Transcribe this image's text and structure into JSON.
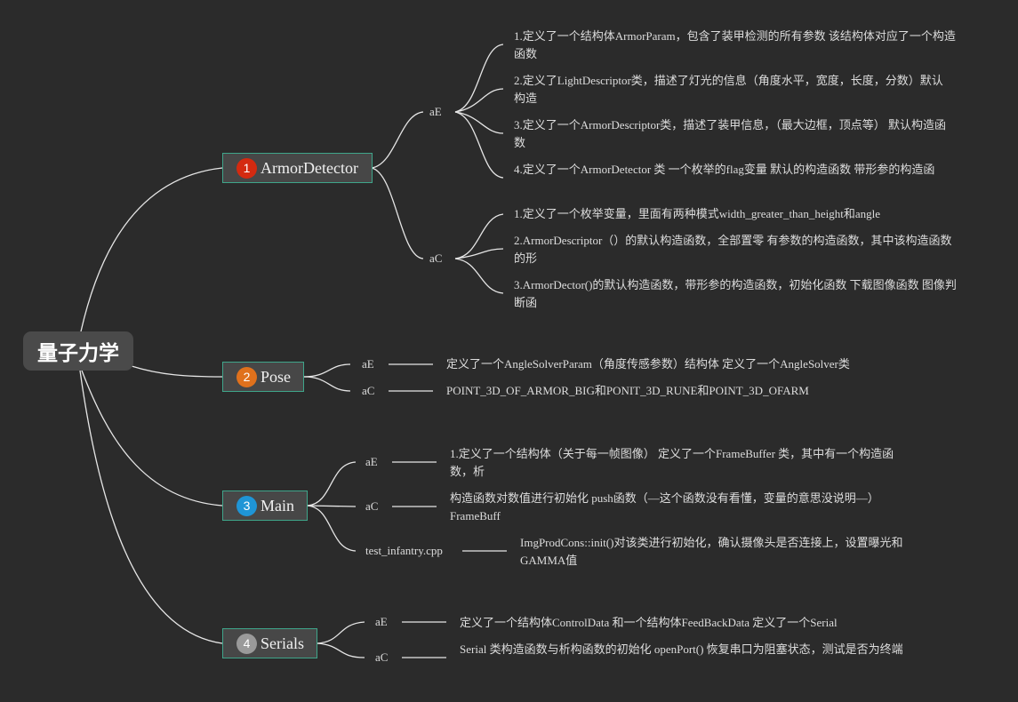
{
  "root": {
    "label": "量子力学"
  },
  "branches": [
    {
      "label": "ArmorDetector",
      "number": "1",
      "color": "#d42a10",
      "children": [
        {
          "label": "aE",
          "items": [
            "1.定义了一个结构体ArmorParam，包含了装甲检测的所有参数 该结构体对应了一个构造函数",
            "2.定义了LightDescriptor类，描述了灯光的信息（角度水平，宽度，长度，分数）默认构造",
            "3.定义了一个ArmorDescriptor类，描述了装甲信息，（最大边框，顶点等） 默认构造函数",
            "4.定义了一个ArmorDetector 类 一个枚举的flag变量 默认的构造函数 带形参的构造函"
          ]
        },
        {
          "label": "aC",
          "items": [
            "1.定义了一个枚举变量，里面有两种模式width_greater_than_height和angle",
            "2.ArmorDescriptor（）的默认构造函数，全部置零 有参数的构造函数，其中该构造函数的形",
            "3.ArmorDector()的默认构造函数，带形参的构造函数，初始化函数 下载图像函数 图像判断函"
          ]
        }
      ]
    },
    {
      "label": "Pose",
      "number": "2",
      "color": "#e0711c",
      "children": [
        {
          "label": "aE",
          "items": [
            "定义了一个AngleSolverParam（角度传感参数）结构体 定义了一个AngleSolver类"
          ]
        },
        {
          "label": "aC",
          "items": [
            "POINT_3D_OF_ARMOR_BIG和PONIT_3D_RUNE和POINT_3D_OFARM"
          ]
        }
      ]
    },
    {
      "label": "Main",
      "number": "3",
      "color": "#1f95d6",
      "children": [
        {
          "label": "aE",
          "items": [
            "1.定义了一个结构体（关于每一帧图像） 定义了一个FrameBuffer 类，其中有一个构造函数，析"
          ]
        },
        {
          "label": "aC",
          "items": [
            "构造函数对数值进行初始化 push函数（—这个函数没有看懂，变量的意思没说明—） FrameBuff"
          ]
        },
        {
          "label": "test_infantry.cpp",
          "items": [
            "ImgProdCons::init()对该类进行初始化，确认摄像头是否连接上，设置曝光和GAMMA值"
          ]
        }
      ]
    },
    {
      "label": "Serials",
      "number": "4",
      "color": "#9a9a9a",
      "children": [
        {
          "label": "aE",
          "items": [
            "定义了一个结构体ControlData 和一个结构体FeedBackData 定义了一个Serial"
          ]
        },
        {
          "label": "aC",
          "items": [
            "Serial 类构造函数与析构函数的初始化 openPort() 恢复串口为阻塞状态，测试是否为终端"
          ]
        }
      ]
    }
  ]
}
